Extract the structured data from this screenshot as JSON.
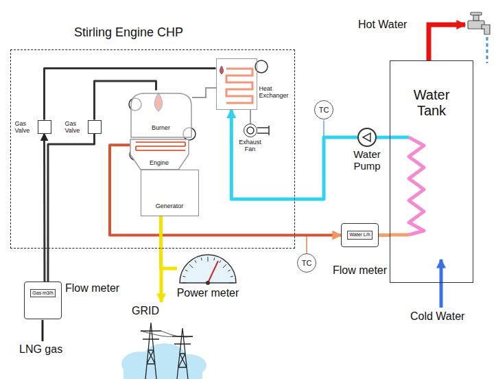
{
  "diagram": {
    "nodes": [
      {
        "text": [
          "Stirling Engine CHP"
        ]
      },
      {
        "text": [
          "Gas Valve"
        ],
        "in": 0
      },
      {
        "text": [
          "Gas Valve"
        ],
        "in": 0
      },
      {
        "text": [
          "Burner"
        ],
        "in": 0
      },
      {
        "text": [
          "Engine"
        ],
        "in": 0
      },
      {
        "text": [
          "Generator"
        ],
        "in": 0
      },
      {
        "text": [
          "Heat Exchanger"
        ],
        "in": 0
      },
      {
        "text": [
          "Exhaust Fan"
        ],
        "in": 0
      },
      {
        "text": [
          "TC"
        ]
      },
      {
        "text": [
          "Water Pump"
        ]
      },
      {
        "text": [
          "Water Tank"
        ]
      },
      {
        "text": [
          "TC"
        ]
      },
      {
        "text": [
          "Water L/h",
          "Flow meter"
        ]
      },
      {
        "text": [
          "Gas m3/h",
          "Flow meter"
        ]
      },
      {
        "text": [
          "Power meter"
        ]
      }
    ],
    "edges": [
      {
        "from": 13,
        "to": 1,
        "arrow": "to"
      },
      {
        "from": 13,
        "to": 2,
        "arrow": "none"
      },
      {
        "from": 1,
        "to": 6,
        "arrow": "none"
      },
      {
        "from": 2,
        "to": 3,
        "arrow": "none"
      },
      {
        "from": 4,
        "to": 12,
        "arrow": "to"
      },
      {
        "from": 12,
        "to": 10,
        "arrow": "none"
      },
      {
        "from": 10,
        "to": 9,
        "arrow": "none"
      },
      {
        "from": 9,
        "to": 6,
        "arrow": "to"
      },
      {
        "from": 5,
        "to": 14,
        "arrow": "none"
      }
    ],
    "labels": [
      "Hot Water",
      "LNG gas",
      "GRID",
      "Cold Water"
    ]
  }
}
